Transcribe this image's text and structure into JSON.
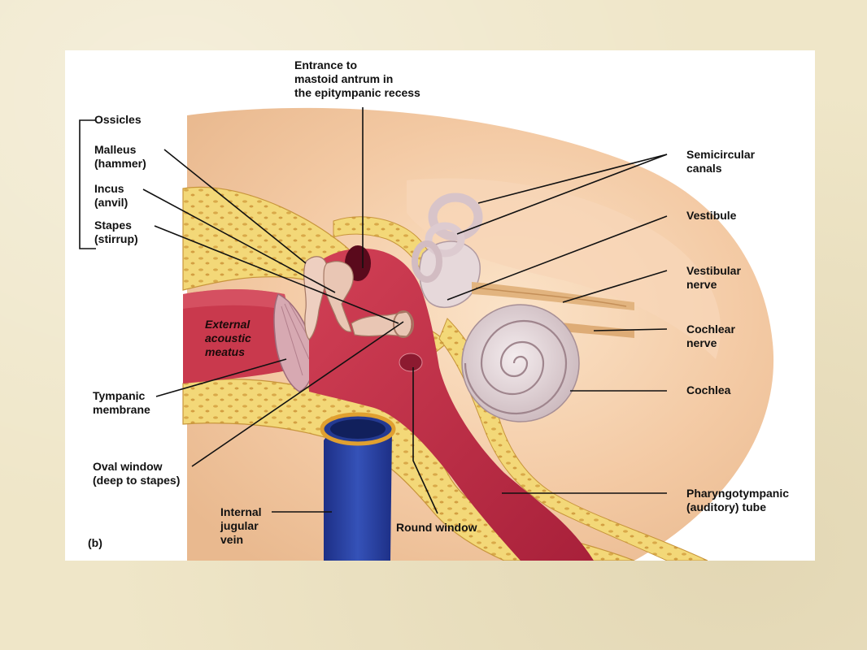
{
  "diagram": {
    "panel_letter": "(b)",
    "labels": {
      "entrance": "Entrance to\nmastoid antrum in\nthe epitympanic recess",
      "ossicles": "Ossicles",
      "malleus": "Malleus\n(hammer)",
      "incus": "Incus\n(anvil)",
      "stapes": "Stapes\n(stirrup)",
      "external_meatus": "External\nacoustic\nmeatus",
      "tympanic": "Tympanic\nmembrane",
      "oval_window": "Oval window\n(deep to stapes)",
      "jugular": "Internal\njugular\nvein",
      "round_window": "Round window",
      "semicircular": "Semicircular\ncanals",
      "vestibule": "Vestibule",
      "vestibular_nerve": "Vestibular\nnerve",
      "cochlear_nerve": "Cochlear\nnerve",
      "cochlea": "Cochlea",
      "pharyngotympanic": "Pharyngotympanic\n(auditory) tube"
    }
  },
  "colors": {
    "slide_bg": "#efe6c8",
    "bone": "#f2d77a",
    "tissue": "#f6d3b4",
    "cavity": "#c8304a",
    "vein": "#2a3f9e",
    "inner_ear": "#e8dcdc"
  }
}
